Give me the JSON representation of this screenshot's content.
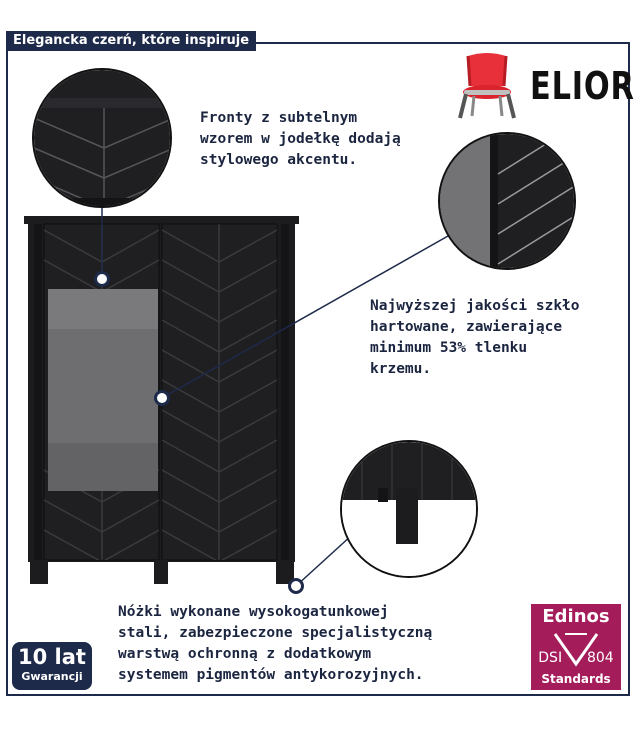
{
  "title": "Elegancka czerń, które inspiruje",
  "brand": {
    "name": "ELIOR",
    "icon": "chair-icon",
    "chair_color": "#e8303a"
  },
  "features": [
    {
      "text_lines": [
        "Fronty z subtelnym",
        "wzorem w jodełkę dodają",
        "stylowego akcentu."
      ]
    },
    {
      "text_lines": [
        "Najwyższej jakości szkło",
        "hartowane, zawierające",
        "minimum 53% tlenku",
        "krzemu."
      ]
    },
    {
      "text_lines": [
        "Nóżki wykonane wysokogatunkowej",
        "stali, zabezpieczone specjalistyczną",
        "warstwą ochronną z dodatkowym",
        "systemem pigmentów antykorozyjnych."
      ]
    }
  ],
  "warranty": {
    "years": "10 lat",
    "label": "Gwarancji"
  },
  "certificate": {
    "name": "Edinos",
    "mark_left": "DSI",
    "mark_right": "804",
    "label": "Standards"
  },
  "colors": {
    "navy": "#1e2a4a",
    "magenta": "#a51c5b",
    "furniture": "#1c1c1e"
  }
}
